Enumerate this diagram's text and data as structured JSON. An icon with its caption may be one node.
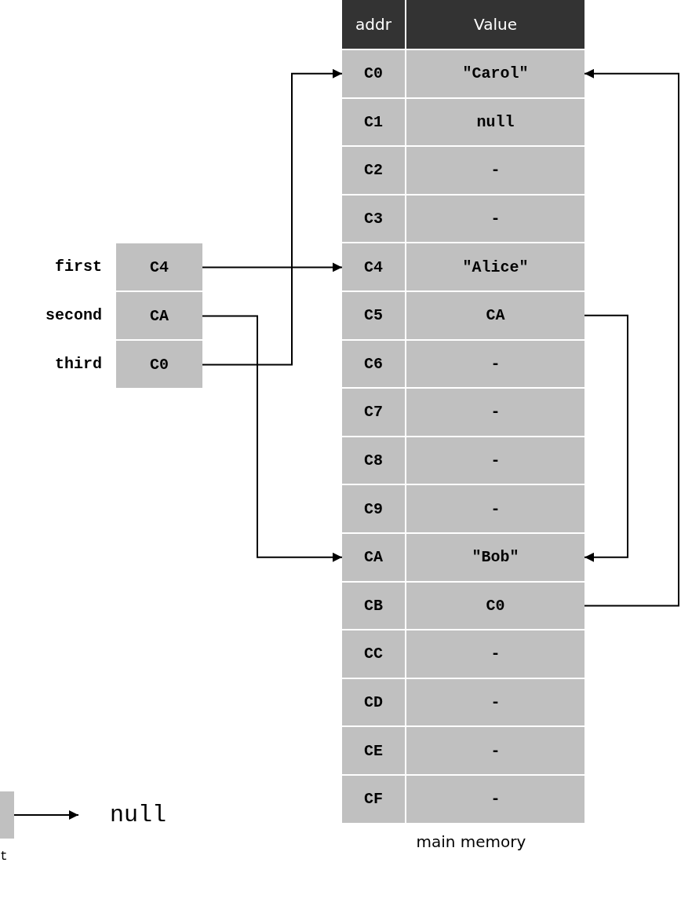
{
  "diagram": {
    "nodes": [
      {
        "text": [
          "addr"
        ]
      },
      {
        "text": [
          "Value"
        ]
      },
      {
        "text": [
          "C0"
        ]
      },
      {
        "text": [
          "\"Carol\""
        ]
      },
      {
        "text": [
          "C1"
        ]
      },
      {
        "text": [
          "null"
        ]
      },
      {
        "text": [
          "C2"
        ]
      },
      {
        "text": [
          "-"
        ]
      },
      {
        "text": [
          "C3"
        ]
      },
      {
        "text": [
          "-"
        ]
      },
      {
        "text": [
          "C4"
        ]
      },
      {
        "text": [
          "\"Alice\""
        ]
      },
      {
        "text": [
          "C5"
        ]
      },
      {
        "text": [
          "CA"
        ]
      },
      {
        "text": [
          "C6"
        ]
      },
      {
        "text": [
          "-"
        ]
      },
      {
        "text": [
          "C7"
        ]
      },
      {
        "text": [
          "-"
        ]
      },
      {
        "text": [
          "C8"
        ]
      },
      {
        "text": [
          "-"
        ]
      },
      {
        "text": [
          "C9"
        ]
      },
      {
        "text": [
          "-"
        ]
      },
      {
        "text": [
          "CA"
        ]
      },
      {
        "text": [
          "\"Bob\""
        ]
      },
      {
        "text": [
          "CB"
        ]
      },
      {
        "text": [
          "C0"
        ]
      },
      {
        "text": [
          "CC"
        ]
      },
      {
        "text": [
          "-"
        ]
      },
      {
        "text": [
          "CD"
        ]
      },
      {
        "text": [
          "-"
        ]
      },
      {
        "text": [
          "CE"
        ]
      },
      {
        "text": [
          "-"
        ]
      },
      {
        "text": [
          "CF"
        ]
      },
      {
        "text": [
          "-"
        ]
      },
      {
        "text": [
          "C4"
        ],
        "beside": [
          "first"
        ]
      },
      {
        "text": [
          "CA"
        ],
        "beside": [
          "second"
        ]
      },
      {
        "text": [
          "C0"
        ],
        "beside": [
          "third"
        ]
      },
      {
        "text": [],
        "shape": "box"
      },
      {
        "text": [
          "null"
        ]
      }
    ],
    "edges": [
      {
        "from": 34,
        "to": 10,
        "arrow": "to"
      },
      {
        "from": 35,
        "to": 22,
        "arrow": "to"
      },
      {
        "from": 36,
        "to": 2,
        "arrow": "to"
      },
      {
        "from": 13,
        "to": 23,
        "arrow": "to"
      },
      {
        "from": 25,
        "to": 3,
        "arrow": "to"
      },
      {
        "from": 37,
        "to": 38,
        "arrow": "to"
      }
    ],
    "labels": [
      "main memory",
      "t"
    ]
  }
}
